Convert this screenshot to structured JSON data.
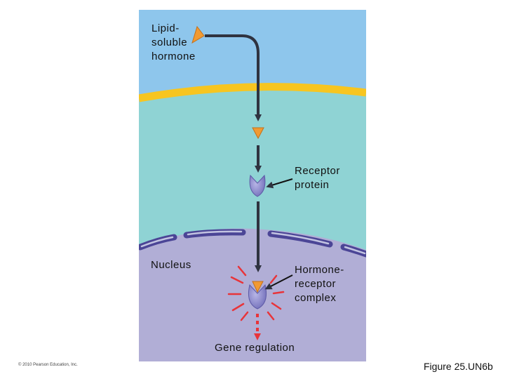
{
  "labels": {
    "lipid_soluble_hormone": "Lipid-\nsoluble\nhormone",
    "receptor_protein": "Receptor\nprotein",
    "nucleus": "Nucleus",
    "hormone_receptor_complex": "Hormone-\nreceptor\ncomplex",
    "gene_regulation": "Gene regulation"
  },
  "footer": {
    "copyright": "© 2010 Pearson Education, Inc.",
    "figure_id": "Figure 25.UN6b"
  },
  "colors": {
    "extracellular": "#8ec6ec",
    "membrane": "#f7c520",
    "cytoplasm": "#8fd3d4",
    "nucleoplasm": "#b1aed6",
    "nuclear_envelope": "#4b4596",
    "hormone": "#f19a32",
    "receptor": "#8d8acb",
    "signal_red": "#e8343a",
    "arrow": "#2f3340"
  }
}
